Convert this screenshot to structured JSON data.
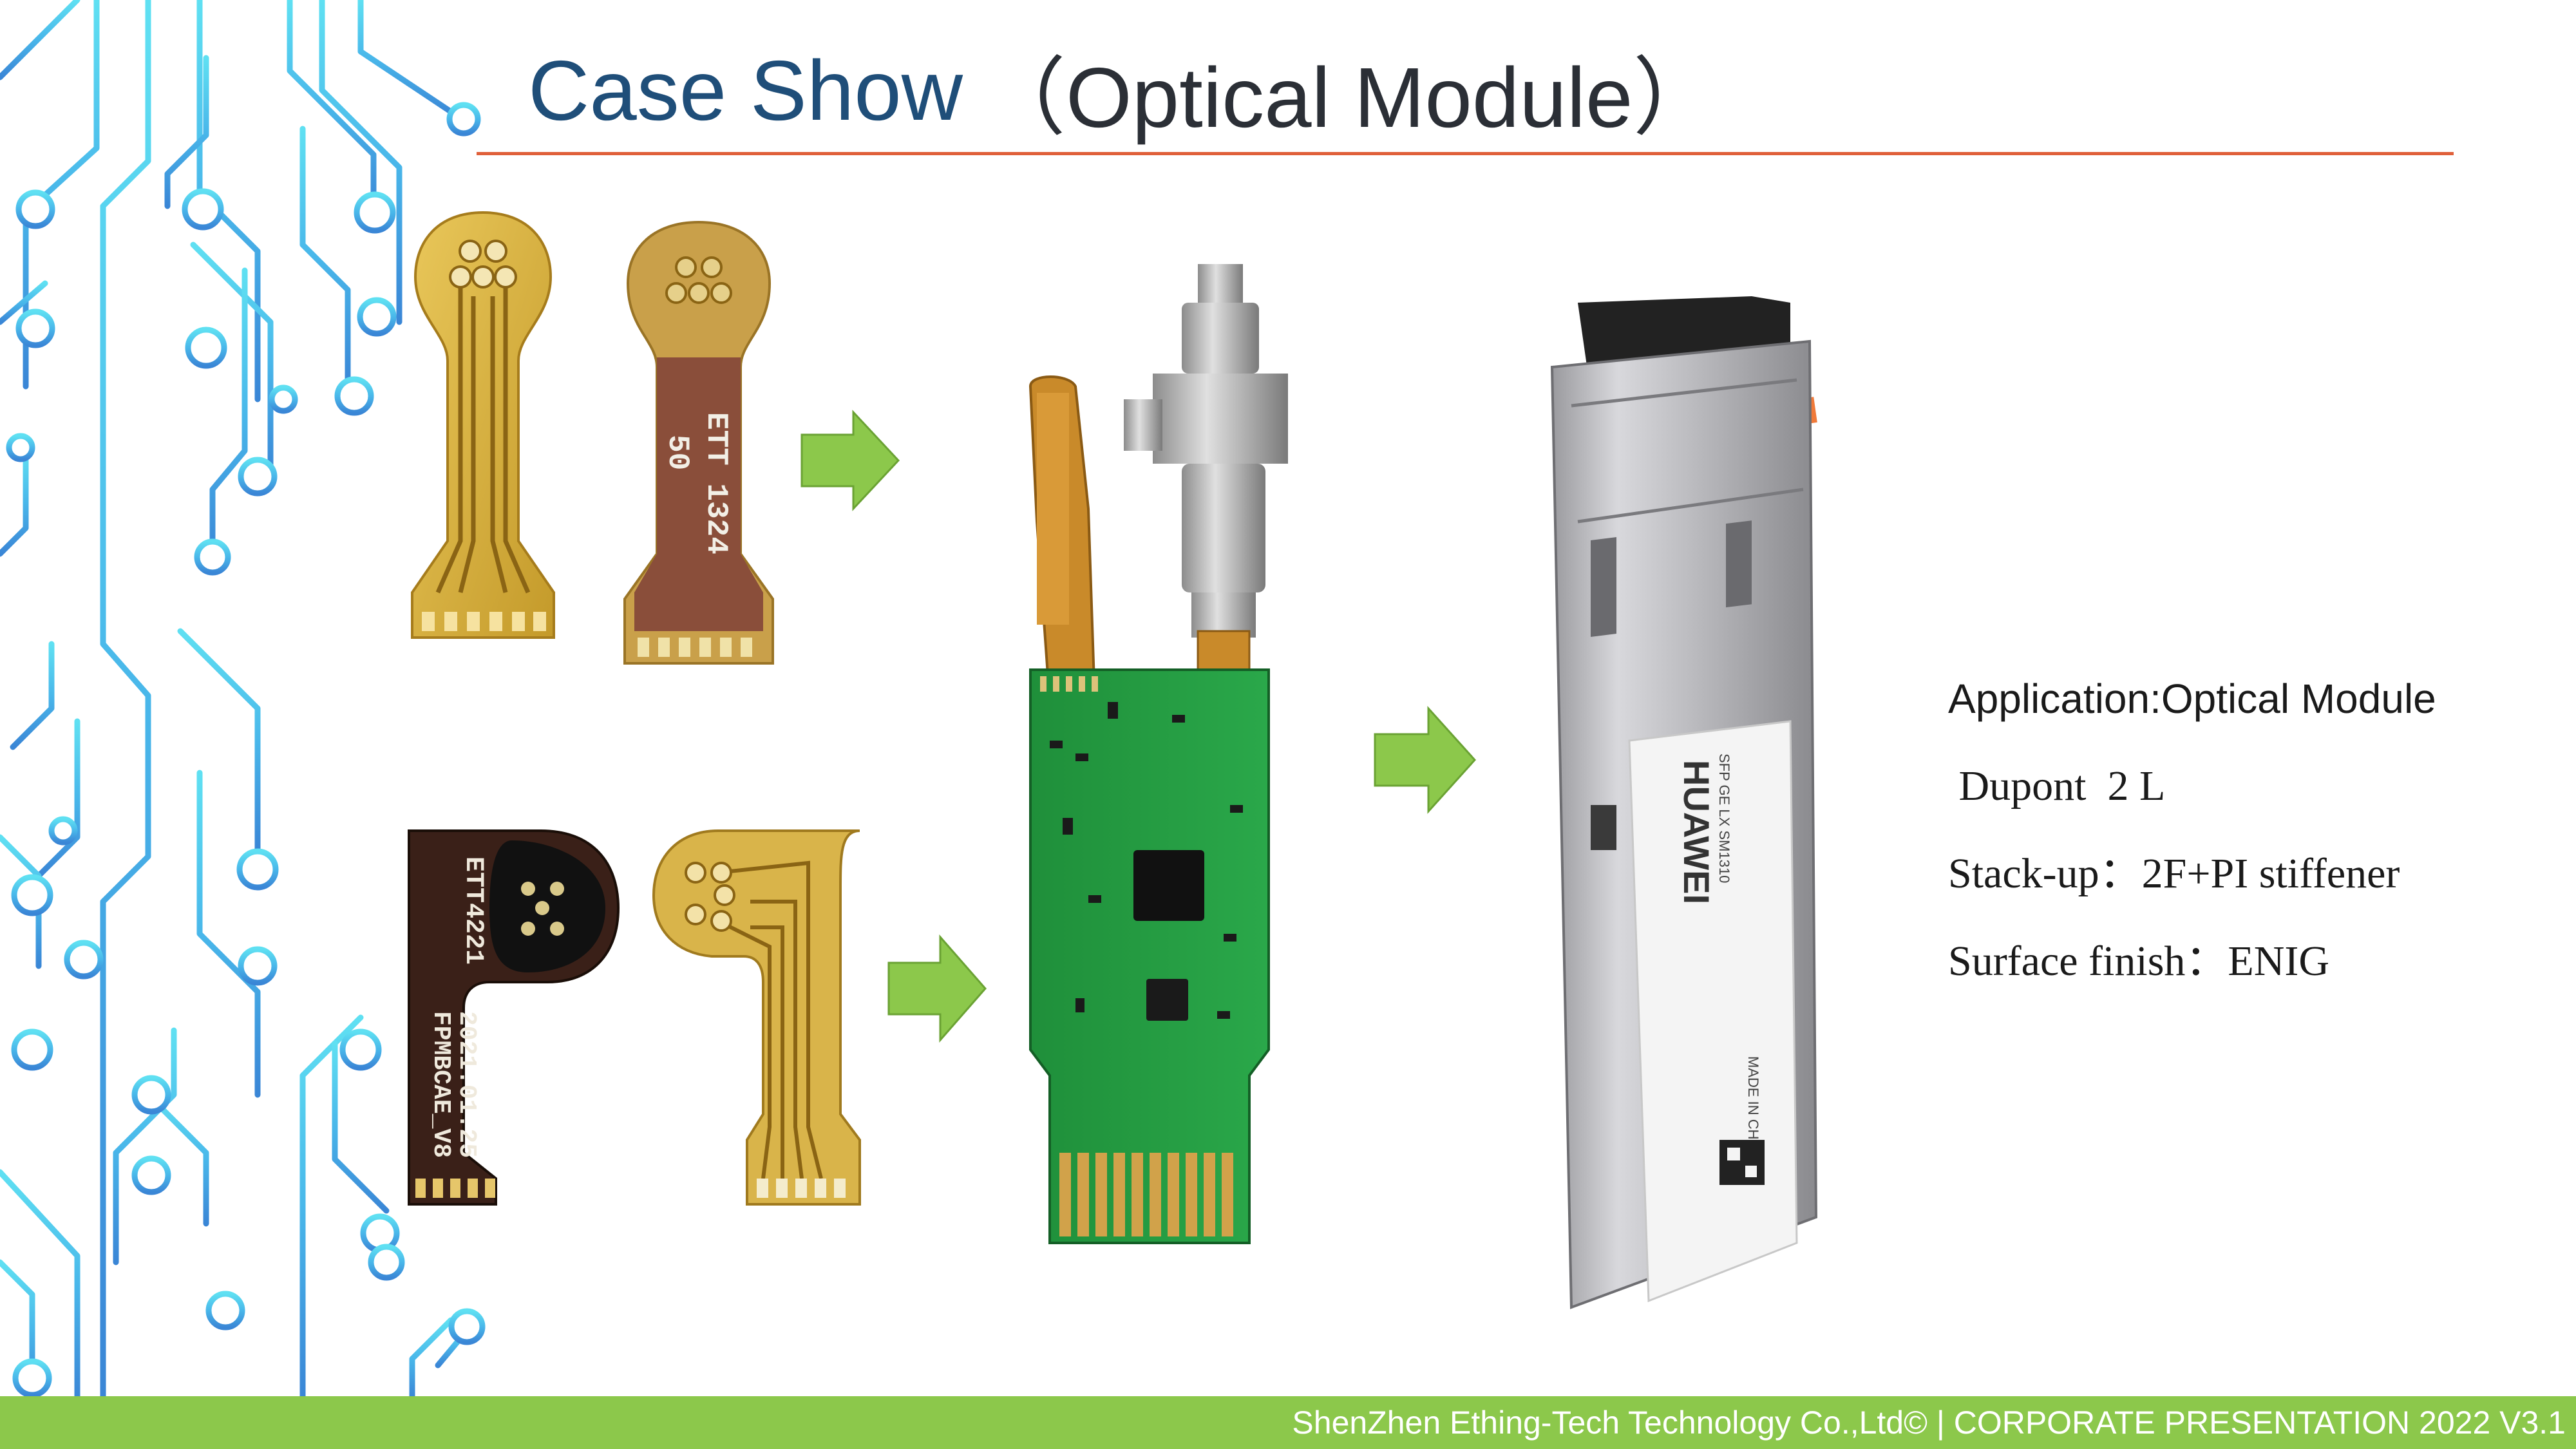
{
  "title": {
    "main": "Case Show",
    "sub": "（Optical Module）"
  },
  "specs": {
    "application": "Application:Optical Module",
    "material": " Dupont  2 L",
    "stackup": "Stack-up：2F+PI stiffener",
    "finish": "Surface finish：ENIG"
  },
  "pcb_labels": {
    "top_right_line1": "ETT 1324",
    "top_right_line2": "50",
    "bottom_left_code": "ETT4221",
    "bottom_left_name": "FPMBCAE_V8",
    "bottom_left_date": "2021.01.25"
  },
  "module_label": {
    "brand": "HUAWEI",
    "line1": "SFP GE LX SM1310",
    "line2": "MADE IN CHINA"
  },
  "footer": {
    "text": "ShenZhen Ething-Tech Technology Co.,Ltd© | CORPORATE PRESENTATION  2022 V3.1"
  },
  "colors": {
    "title_blue": "#1f4e79",
    "rule_orange": "#e0603a",
    "arrow_green": "#8cc84b",
    "footer_green": "#8cc84b",
    "circuit_cyan": "#4fd2ee",
    "circuit_blue": "#3a8fd8"
  },
  "icons": {
    "arrow": "arrow-right-icon"
  }
}
